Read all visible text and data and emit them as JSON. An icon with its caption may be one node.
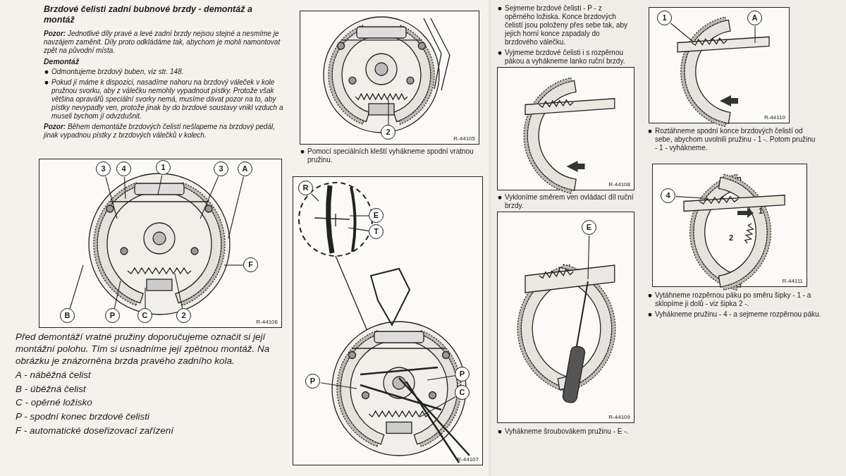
{
  "diagram": {
    "title": "Brzdové čelisti zadní bubnové brzdy - demontáž a montáž",
    "nodes": [
      {
        "text": [
          "R-44106"
        ]
      },
      {
        "text": [
          "3"
        ],
        "in": 0
      },
      {
        "text": [
          "4"
        ],
        "in": 0
      },
      {
        "text": [
          "1"
        ],
        "in": 0
      },
      {
        "text": [
          "3"
        ],
        "in": 0
      },
      {
        "text": [
          "A"
        ],
        "in": 0
      },
      {
        "text": [
          "F"
        ],
        "in": 0
      },
      {
        "text": [
          "B"
        ],
        "in": 0
      },
      {
        "text": [
          "P"
        ],
        "in": 0
      },
      {
        "text": [
          "C"
        ],
        "in": 0
      },
      {
        "text": [
          "2"
        ],
        "in": 0
      },
      {
        "text": [
          "R-44105"
        ]
      },
      {
        "text": [
          "2"
        ],
        "in": 11
      },
      {
        "text": [
          "R-44107"
        ]
      },
      {
        "text": [
          "R"
        ],
        "in": 13
      },
      {
        "text": [
          "E"
        ],
        "in": 13
      },
      {
        "text": [
          "T"
        ],
        "in": 13
      },
      {
        "text": [
          "P"
        ],
        "in": 13
      },
      {
        "text": [
          "P"
        ],
        "in": 13
      },
      {
        "text": [
          "C"
        ],
        "in": 13
      },
      {
        "text": [
          "R-44108"
        ]
      },
      {
        "text": [
          "R-44109"
        ]
      },
      {
        "text": [
          "E"
        ],
        "in": 21
      },
      {
        "text": [
          "R-44110"
        ]
      },
      {
        "text": [
          "1"
        ],
        "in": 23
      },
      {
        "text": [
          "A"
        ],
        "in": 23
      },
      {
        "text": [
          "R-44111"
        ]
      },
      {
        "text": [
          "4"
        ],
        "in": 26
      }
    ],
    "edges": [
      {
        "from": 1,
        "to": null,
        "arrow": "none"
      },
      {
        "from": 2,
        "to": null,
        "arrow": "none"
      },
      {
        "from": 3,
        "to": null,
        "arrow": "none"
      },
      {
        "from": 4,
        "to": null,
        "arrow": "none"
      },
      {
        "from": 5,
        "to": null,
        "arrow": "none"
      },
      {
        "from": 6,
        "to": null,
        "arrow": "none"
      },
      {
        "from": 7,
        "to": null,
        "arrow": "none"
      },
      {
        "from": 8,
        "to": null,
        "arrow": "none"
      },
      {
        "from": 9,
        "to": null,
        "arrow": "none"
      },
      {
        "from": 10,
        "to": null,
        "arrow": "none"
      },
      {
        "from": 12,
        "to": null,
        "arrow": "none"
      },
      {
        "from": 14,
        "to": null,
        "arrow": "none"
      },
      {
        "from": 15,
        "to": null,
        "arrow": "none"
      },
      {
        "from": 16,
        "to": null,
        "arrow": "none"
      },
      {
        "from": 17,
        "to": null,
        "arrow": "none"
      },
      {
        "from": 18,
        "to": null,
        "arrow": "none"
      },
      {
        "from": 19,
        "to": null,
        "arrow": "none"
      },
      {
        "from": 22,
        "to": null,
        "arrow": "none"
      },
      {
        "from": 24,
        "to": null,
        "arrow": "none"
      },
      {
        "from": 25,
        "to": null,
        "arrow": "none"
      },
      {
        "from": 27,
        "to": null,
        "arrow": "none"
      }
    ],
    "labels": [
      "**Pozor:** Jednotlivé díly pravé a levé zadní brzdy nejsou stejné a nesmíme je navzájem zaměnit. Díly proto odkládáme tak, abychom je mohli namontovat zpět na původní místa.",
      "Demontáž",
      "Odmontujeme brzdový buben, viz str. 148.",
      "Pokud jí máme k dispozici, nasadíme nahoru na brzdový váleček v kole pružnou svorku, aby z válečku nemohly vypadnout pístky. Protože však většina opravářů speciální svorky nemá, musíme dávat pozor na to, aby pístky nevypadly ven, protože jinak by do brzdové soustavy vnikl vzduch a museli bychom jí odvzdušnit.",
      "**Pozor:** Během demontáže brzdových čelistí nešlapeme na brzdový pedál, jinak vypadnou pístky z brzdových válečků v kolech.",
      "Před demontáží vratné pružiny doporučujeme označit si její montážní polohu. Tím si usnadníme její zpětnou montáž. Na obrázku je znázorněna brzda pravého zadního kola.",
      "A - náběžná čelist",
      "B - úběžná čelist",
      "C - opěrné ložisko",
      "P - spodní konec brzdové čelisti",
      "F - automatické doseřizovací zařízení",
      "Pomocí speciálních kleští vyhákneme spodní vratnou pružinu.",
      "Sejmeme brzdové čelisti - P - z opěrného ložiska. Konce brzdových čelistí jsou položeny přes sebe tak, aby jejich horní konce zapadaly do brzdového válečku.",
      "Vyjmeme brzdové čelisti i s rozpěrnou pákou a vyhákneme lanko ruční brzdy.",
      "Vykloníme směrem ven ovládací díl ruční brzdy.",
      "Vyhákneme šroubovákem pružinu - E -.",
      "Roztáhneme spodní konce brzdových čelistí od sebe, abychom uvolnili pružinu - 1 -. Potom pružinu - 1 - vyhákneme.",
      "1",
      "2",
      "Vytáhneme rozpěrnou páku po směru šipky - 1 - a sklopíme ji dolů - viz šipka 2 -.",
      "Vyhákneme pružinu - 4 - a sejmeme rozpěrnou páku."
    ]
  }
}
